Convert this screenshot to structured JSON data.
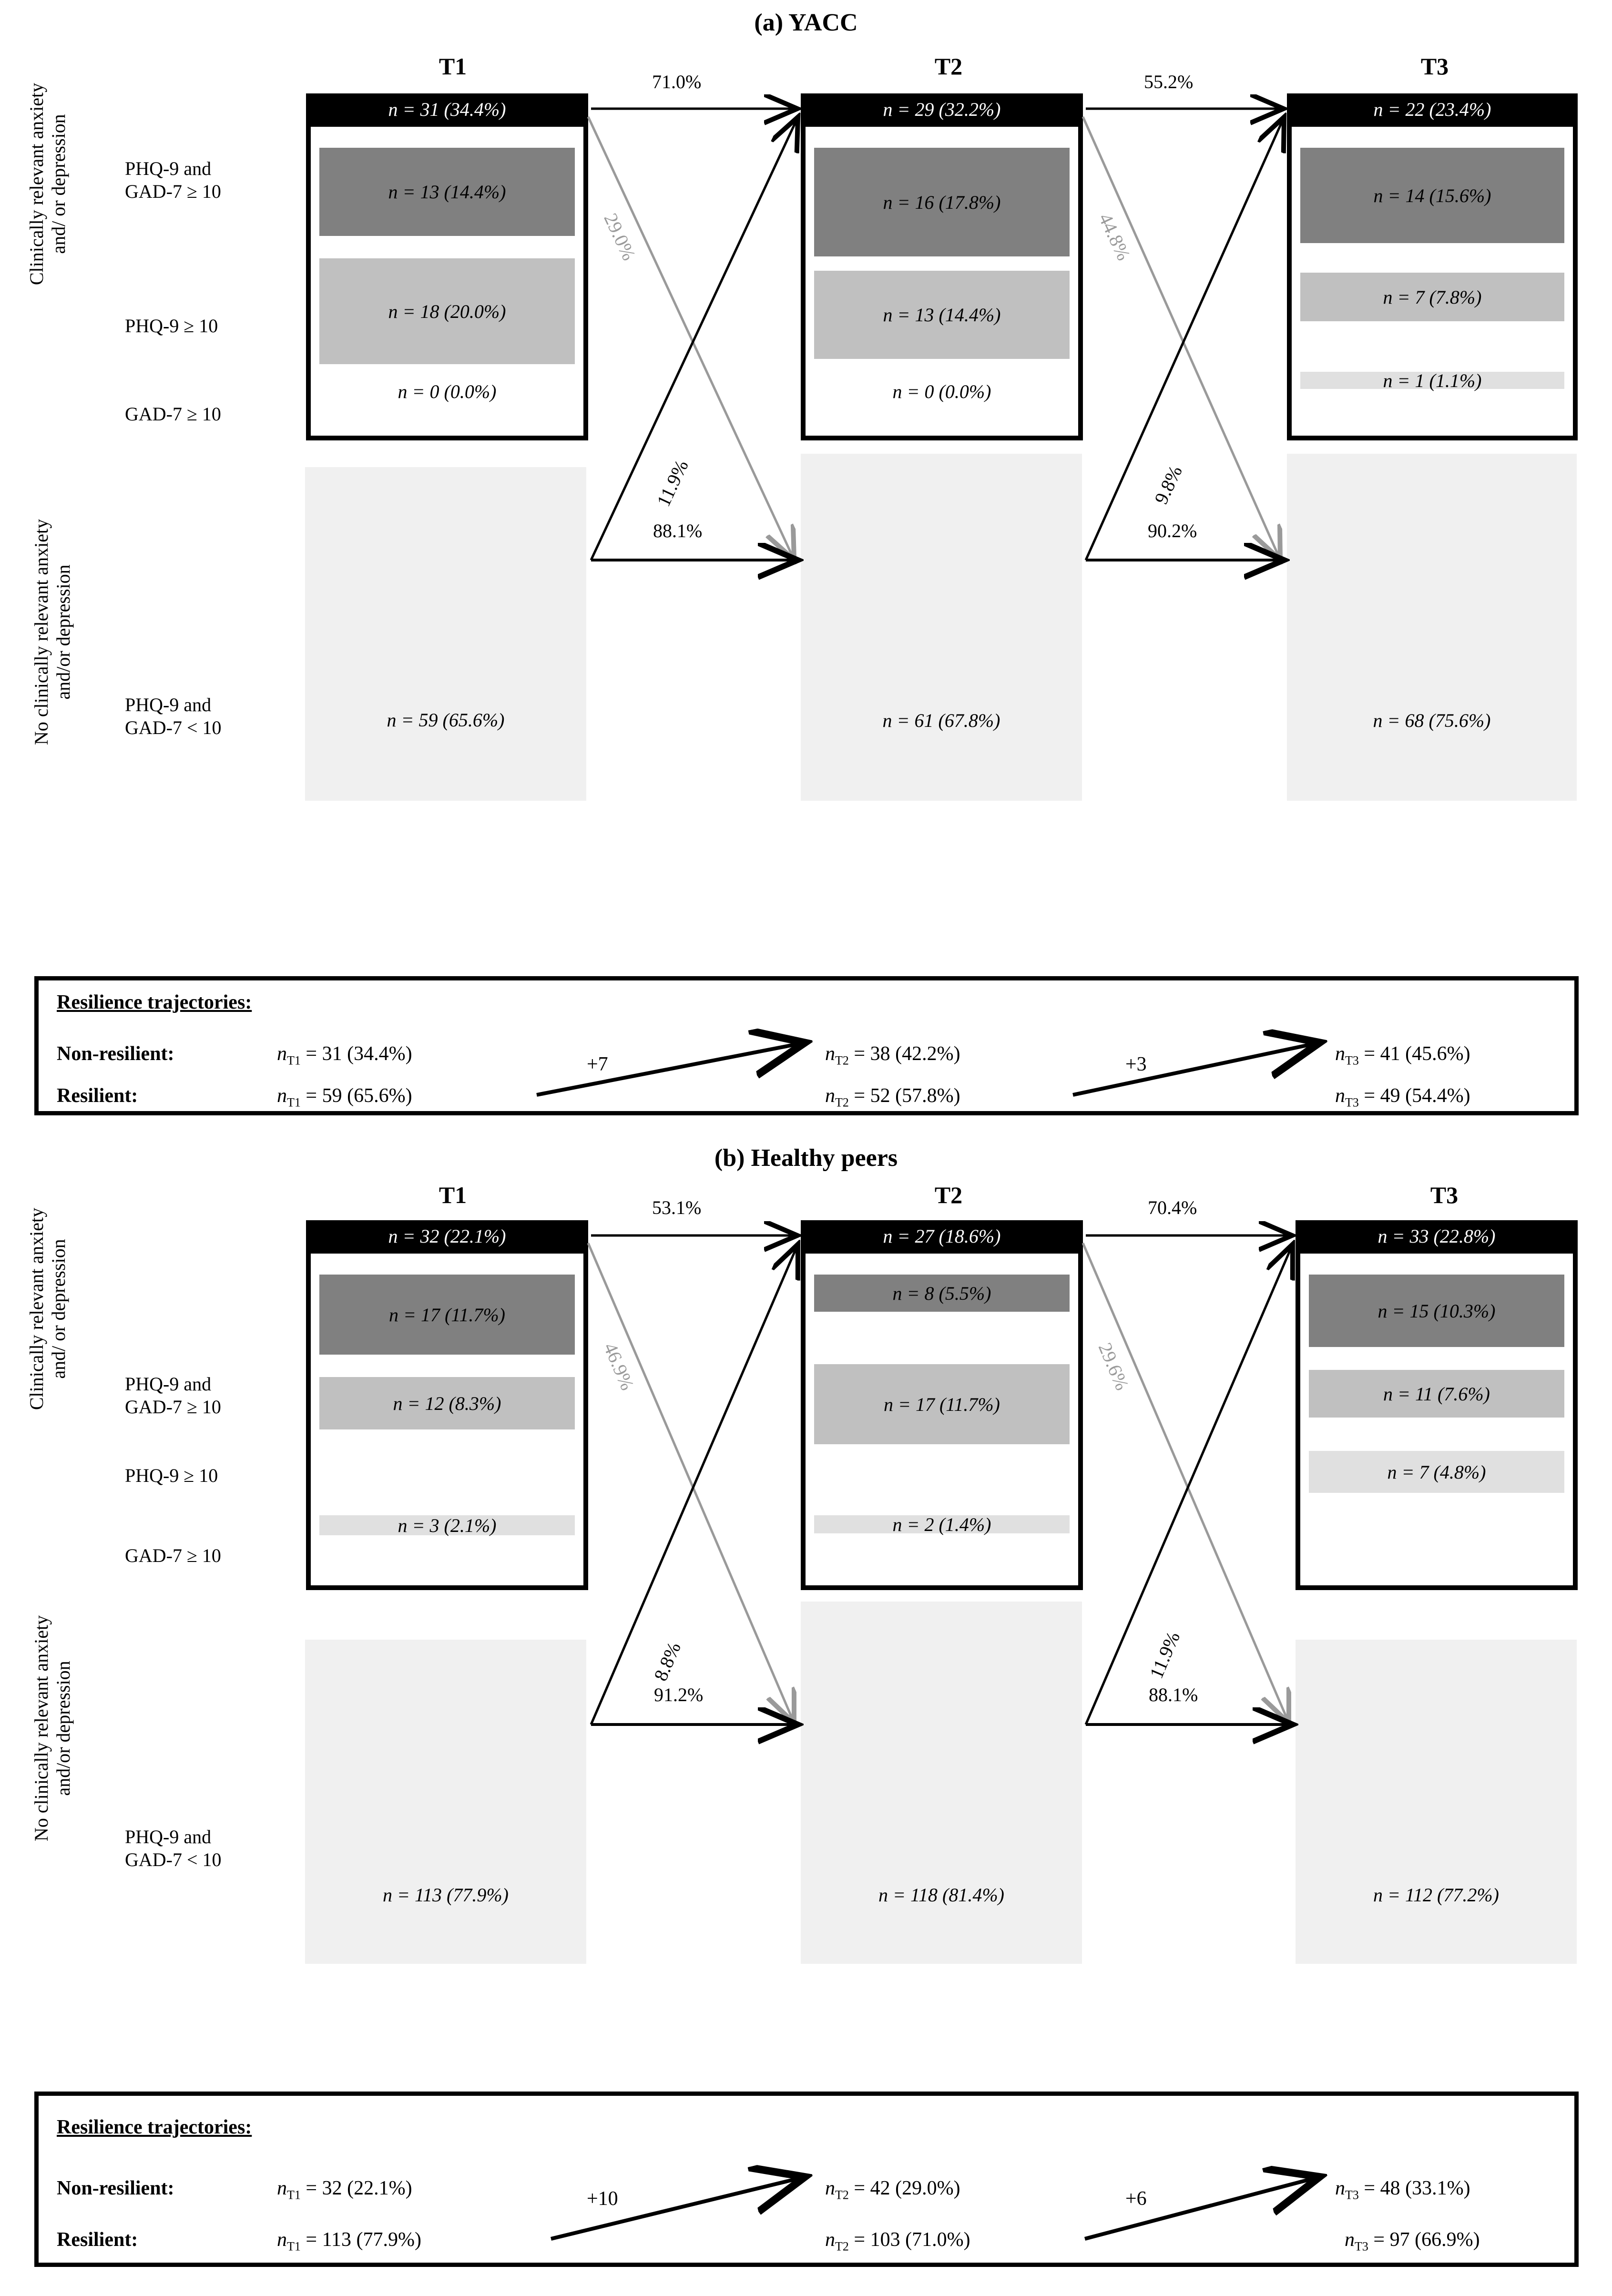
{
  "figure": {
    "axis_label_clinical": "Clinically relevant anxiety\nand/ or depression",
    "axis_label_noclinical": "No clinically relevant anxiety\nand/or depression",
    "row_labels_clinical": [
      "PHQ-9 and\nGAD-7 ≥ 10",
      "PHQ-9 ≥ 10",
      "GAD-7 ≥ 10"
    ],
    "row_label_noclinical": "PHQ-9 and\nGAD-7 < 10",
    "timepoints": [
      "T1",
      "T2",
      "T3"
    ],
    "res_title": "Resilience trajectories:",
    "res_row_nonresilient": "Non-resilient:",
    "res_row_resilient": "Resilient:"
  },
  "panels": [
    {
      "id": "a",
      "title": "(a) YACC",
      "clinical": {
        "T1": {
          "total": "n = 31 (34.4%)",
          "rows": [
            "n = 13 (14.4%)",
            "n = 18  (20.0%)",
            "n = 0 (0.0%)"
          ]
        },
        "T2": {
          "total": "n = 29 (32.2%)",
          "rows": [
            "n = 16 (17.8%)",
            "n = 13 (14.4%)",
            "n = 0 (0.0%)"
          ]
        },
        "T3": {
          "total": "n = 22 (23.4%)",
          "rows": [
            "n = 14 (15.6%)",
            "n = 7 (7.8%)",
            "n = 1 (1.1%)"
          ]
        }
      },
      "noclinical": {
        "T1": "n = 59 (65.6%)",
        "T2": "n =  61 (67.8%)",
        "T3": "n = 68 (75.6%)"
      },
      "flows": {
        "top_T1_T2": "71.0%",
        "diag_T1top_to_T2bot": "29.0%",
        "diag_T1bot_to_T2top": "11.9%",
        "bot_T1_T2": "88.1%",
        "top_T2_T3": "55.2%",
        "diag_T2top_to_T3bot": "44.8%",
        "diag_T2bot_to_T3top": "9.8%",
        "bot_T2_T3": "90.2%"
      },
      "resilience": {
        "nonresilient": [
          "n",
          "T1",
          " = 31 (34.4%)",
          "T2",
          " = 38 (42.2%)",
          "T3",
          " = 41 (45.6%)"
        ],
        "nonresilient_values": [
          "= 31 (34.4%)",
          "= 38 (42.2%)",
          "= 41 (45.6%)"
        ],
        "resilient_values": [
          "= 59 (65.6%)",
          "= 52 (57.8%)",
          "= 49 (54.4%)"
        ],
        "deltas": [
          "+7",
          "+3"
        ]
      }
    },
    {
      "id": "b",
      "title": "(b) Healthy peers",
      "clinical": {
        "T1": {
          "total": "n = 32 (22.1%)",
          "rows": [
            "n = 17 (11.7%)",
            "n = 12 (8.3%)",
            "n = 3 (2.1%)"
          ]
        },
        "T2": {
          "total": "n = 27 (18.6%)",
          "rows": [
            "n = 8 (5.5%)",
            "n = 17 (11.7%)",
            "n = 2 (1.4%)"
          ]
        },
        "T3": {
          "total": "n = 33 (22.8%)",
          "rows": [
            "n = 15 (10.3%)",
            "n = 11 (7.6%)",
            "n = 7 (4.8%)"
          ]
        }
      },
      "noclinical": {
        "T1": "n = 113 (77.9%)",
        "T2": "n = 118 (81.4%)",
        "T3": "n = 112 (77.2%)"
      },
      "flows": {
        "top_T1_T2": "53.1%",
        "diag_T1top_to_T2bot": "46.9%",
        "diag_T1bot_to_T2top": "8.8%",
        "bot_T1_T2": "91.2%",
        "top_T2_T3": "70.4%",
        "diag_T2top_to_T3bot": "29.6%",
        "diag_T2bot_to_T3top": "11.9%",
        "bot_T2_T3": "88.1%"
      },
      "resilience": {
        "nonresilient_values": [
          "= 32 (22.1%)",
          "= 42 (29.0%)",
          "= 48 (33.1%)"
        ],
        "resilient_values": [
          "= 113 (77.9%)",
          "= 103 (71.0%)",
          "= 97 (66.9%)"
        ],
        "deltas": [
          "+10",
          "+6"
        ]
      }
    }
  ],
  "colors": {
    "dark_grey": "#808080",
    "mid_grey": "#c0c0c0",
    "light_grey": "#e0e0e0",
    "resilient_block": "#f0f0f0",
    "grey_arrow": "#9a9a9a",
    "black": "#000000"
  }
}
